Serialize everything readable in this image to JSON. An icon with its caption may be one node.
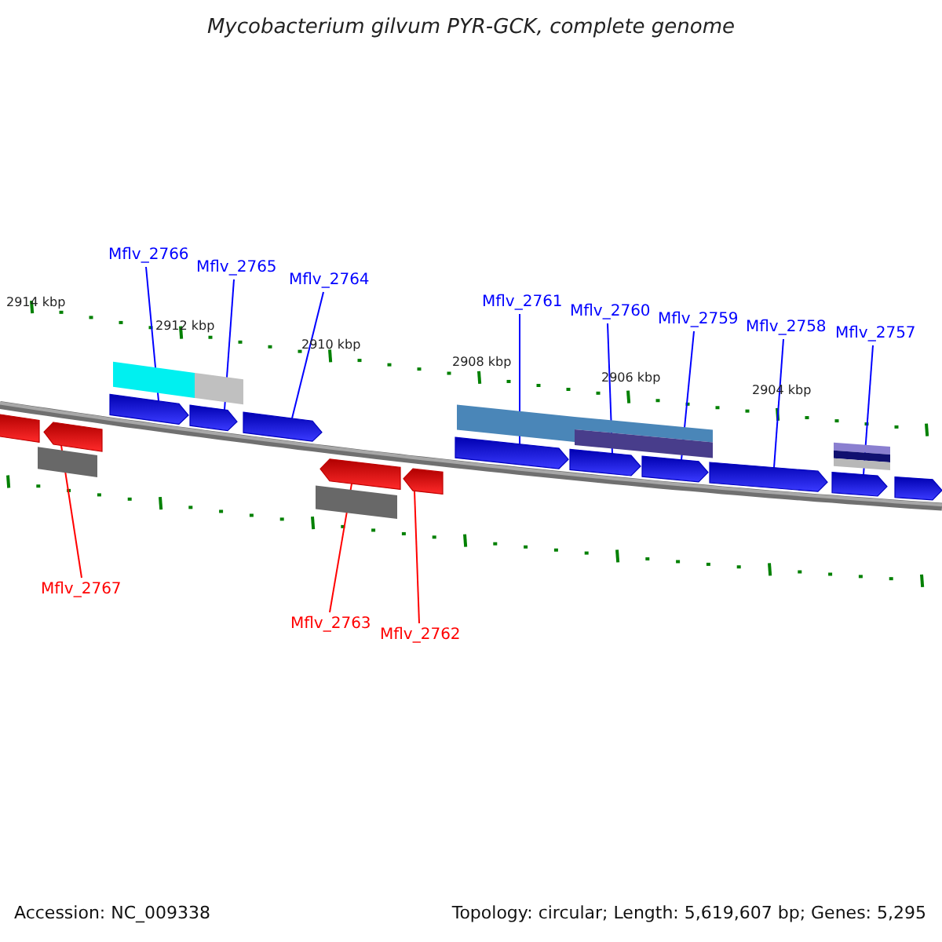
{
  "diagram": {
    "title": "Mycobacterium gilvum PYR-GCK, complete genome",
    "nodes": [
      {
        "text": [
          "Mflv_2766"
        ]
      },
      {
        "text": [
          "Mflv_2765"
        ]
      },
      {
        "text": [
          "Mflv_2764"
        ]
      },
      {
        "text": [
          "Mflv_2761"
        ]
      },
      {
        "text": [
          "Mflv_2760"
        ]
      },
      {
        "text": [
          "Mflv_2759"
        ]
      },
      {
        "text": [
          "Mflv_2758"
        ]
      },
      {
        "text": [
          "Mflv_2757"
        ]
      },
      {
        "text": [
          "Mflv_2767"
        ]
      },
      {
        "text": [
          "Mflv_2763"
        ]
      },
      {
        "text": [
          "Mflv_2762"
        ]
      },
      {
        "text": [],
        "shape": "arrow"
      },
      {
        "text": [],
        "shape": "arrow"
      },
      {
        "text": [],
        "shape": "arrow"
      },
      {
        "text": [],
        "shape": "arrow"
      },
      {
        "text": [],
        "shape": "arrow"
      },
      {
        "text": [],
        "shape": "arrow"
      },
      {
        "text": [],
        "shape": "arrow"
      },
      {
        "text": [],
        "shape": "arrow"
      },
      {
        "text": [],
        "shape": "arrow"
      },
      {
        "text": [],
        "shape": "arrow"
      },
      {
        "text": [],
        "shape": "arrow"
      },
      {
        "text": [],
        "shape": "arrow"
      },
      {
        "text": [],
        "shape": "arrow"
      }
    ],
    "edges": [
      {
        "from": 0,
        "to": 11,
        "arrow": "none"
      },
      {
        "from": 1,
        "to": 12,
        "arrow": "none"
      },
      {
        "from": 2,
        "to": 13,
        "arrow": "none"
      },
      {
        "from": 3,
        "to": 14,
        "arrow": "none"
      },
      {
        "from": 4,
        "to": 15,
        "arrow": "none"
      },
      {
        "from": 5,
        "to": 16,
        "arrow": "none"
      },
      {
        "from": 6,
        "to": 17,
        "arrow": "none"
      },
      {
        "from": 7,
        "to": 18,
        "arrow": "none"
      },
      {
        "from": 8,
        "to": 21,
        "arrow": "none",
        "color": "#ff0000"
      },
      {
        "from": 9,
        "to": 22,
        "arrow": "none",
        "color": "#ff0000"
      },
      {
        "from": 10,
        "to": 23,
        "arrow": "none",
        "color": "#ff0000"
      }
    ],
    "labels": [
      "2914 kbp",
      "2912 kbp",
      "2910 kbp",
      "2908 kbp",
      "2906 kbp",
      "2904 kbp",
      "Accession: NC_009338",
      "Topology: circular; Length: 5,619,607 bp; Genes: 5,295"
    ]
  }
}
